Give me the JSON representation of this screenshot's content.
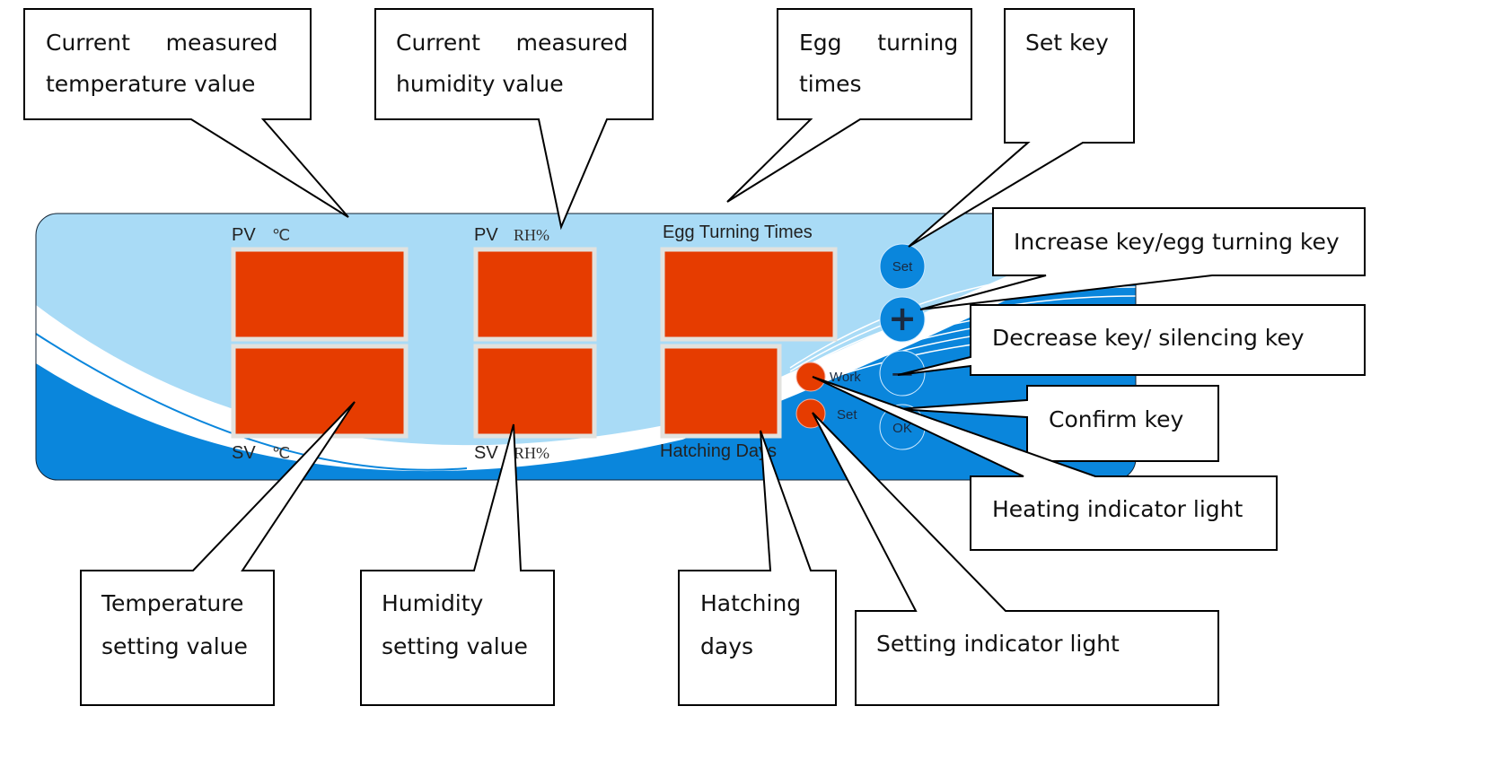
{
  "panel": {
    "pv_temp_label": "PV",
    "pv_temp_unit": "℃",
    "sv_temp_label": "SV",
    "sv_temp_unit": "℃",
    "pv_hum_label": "PV",
    "pv_hum_unit": "RH%",
    "sv_hum_label": "SV",
    "sv_hum_unit": "RH%",
    "egg_label": "Egg Turning Times",
    "hatch_label": "Hatching Days",
    "work_light": "Work",
    "set_light": "Set",
    "buttons": {
      "set": "Set",
      "plus": "+",
      "minus": "−",
      "ok": "OK"
    },
    "colors": {
      "light_blue": "#a9dbf6",
      "dark_blue": "#0a86dc",
      "display": "#e63c00"
    }
  },
  "callouts": {
    "cur_temp": [
      "Current     measured",
      "temperature value"
    ],
    "cur_hum": [
      "Current     measured",
      "humidity value"
    ],
    "egg_times": [
      "Egg     turning",
      "times"
    ],
    "set_key": [
      "Set key"
    ],
    "increase": [
      "Increase key/egg turning key"
    ],
    "decrease": [
      "Decrease key/ silencing key"
    ],
    "confirm": [
      "Confirm key"
    ],
    "heating": [
      "Heating indicator light"
    ],
    "setting_light": [
      "Setting indicator light"
    ],
    "temp_set": [
      "Temperature",
      "setting value"
    ],
    "hum_set": [
      "Humidity",
      "setting value"
    ],
    "hatch_days": [
      "Hatching",
      "days"
    ]
  }
}
